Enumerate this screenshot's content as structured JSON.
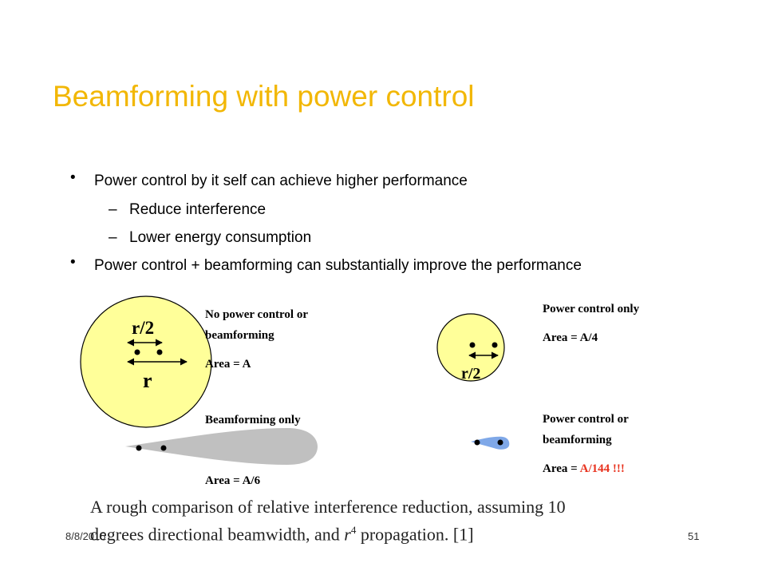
{
  "slide": {
    "title": "Beamforming with power control",
    "bullets": [
      {
        "text": "Power control by it self can achieve higher performance",
        "subs": [
          "Reduce interference",
          "Lower energy consumption"
        ]
      },
      {
        "text": "Power control + beamforming can substantially improve the performance",
        "subs": []
      }
    ],
    "bullet_glyph": "•",
    "dash_glyph": "–"
  },
  "diagrams": {
    "no_control": {
      "label_line1": "No power control or",
      "label_line2": "beamforming",
      "area": "Area = A",
      "inner_label": "r/2",
      "outer_label": "r"
    },
    "power_only": {
      "label": "Power control only",
      "area": "Area = A/4",
      "inner_label": "r/2"
    },
    "beam_only": {
      "label": "Beamforming  only",
      "area": "Area = A/6"
    },
    "both": {
      "label_line1": "Power control or",
      "label_line2": "beamforming",
      "area_prefix": "Area = ",
      "area_value": "A/144 !!!"
    }
  },
  "caption": {
    "line1": "A rough comparison of relative interference reduction, assuming 10",
    "line2_a": "degrees directional beamwidth, and ",
    "line2_r": "r",
    "line2_exp": "4",
    "line2_b": " propagation. [1]"
  },
  "footer": {
    "date": "8/8/2015",
    "page": "51"
  },
  "colors": {
    "title": "#f2b705",
    "circle_fill": "#ffff99",
    "beam_fill": "#c0c0c0",
    "small_beam_fill": "#7fa8e8",
    "highlight": "#e8321e"
  }
}
